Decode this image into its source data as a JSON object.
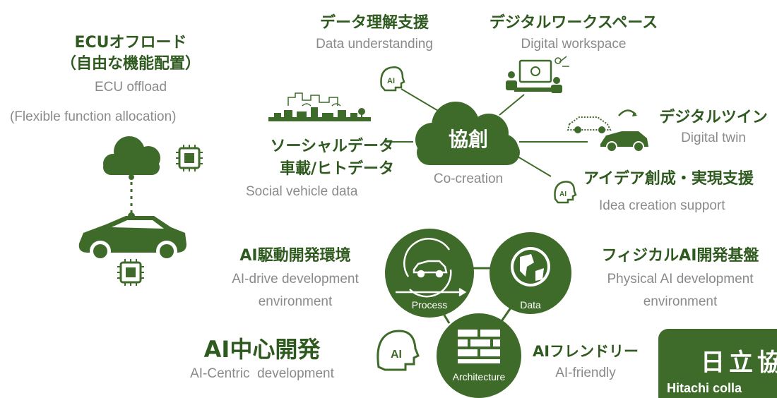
{
  "colors": {
    "primary": "#3f6b2a",
    "dark": "#2f5a1f",
    "subtext": "#8a8a8a"
  },
  "ecu": {
    "jp_line1": "ECUオフロード",
    "jp_line2": "（自由な機能配置）",
    "en_line1": "ECU offload",
    "en_line2": "(Flexible function allocation)"
  },
  "data_understanding": {
    "jp": "データ理解支援",
    "en": "Data understanding"
  },
  "digital_workspace": {
    "jp": "デジタルワークスペース",
    "en": "Digital workspace"
  },
  "social_data": {
    "jp_line1": "ソーシャルデータ",
    "jp_line2": "車載/ヒトデータ",
    "en": "Social vehicle data"
  },
  "cocreation": {
    "jp": "協創",
    "en": "Co-creation"
  },
  "digital_twin": {
    "jp": "デジタルツイン",
    "en": "Digital twin"
  },
  "idea_support": {
    "jp": "アイデア創成・実現支援",
    "en": "Idea creation support"
  },
  "ai_drive": {
    "jp": "AI駆動開発環境",
    "en_line1": "AI-drive development",
    "en_line2": "environment"
  },
  "physical_ai": {
    "jp": "フィジカルAI開発基盤",
    "en_line1": "Physical AI development",
    "en_line2": "environment"
  },
  "ai_centric": {
    "jp": "AI中心開発",
    "en": "AI-Centric  development"
  },
  "ai_friendly": {
    "jp": "AIフレンドリー",
    "en": "AI-friendly"
  },
  "circles": {
    "process": "Process",
    "data": "Data",
    "architecture": "Architecture"
  },
  "hitachi": {
    "jp": "日立協",
    "en": "Hitachi colla"
  },
  "icons": [
    "cloud-icon",
    "chip-icon",
    "car-icon",
    "ai-head-icon",
    "city-icon",
    "workspace-icon",
    "globe-icon",
    "brick-wall-icon",
    "cycle-car-icon"
  ]
}
